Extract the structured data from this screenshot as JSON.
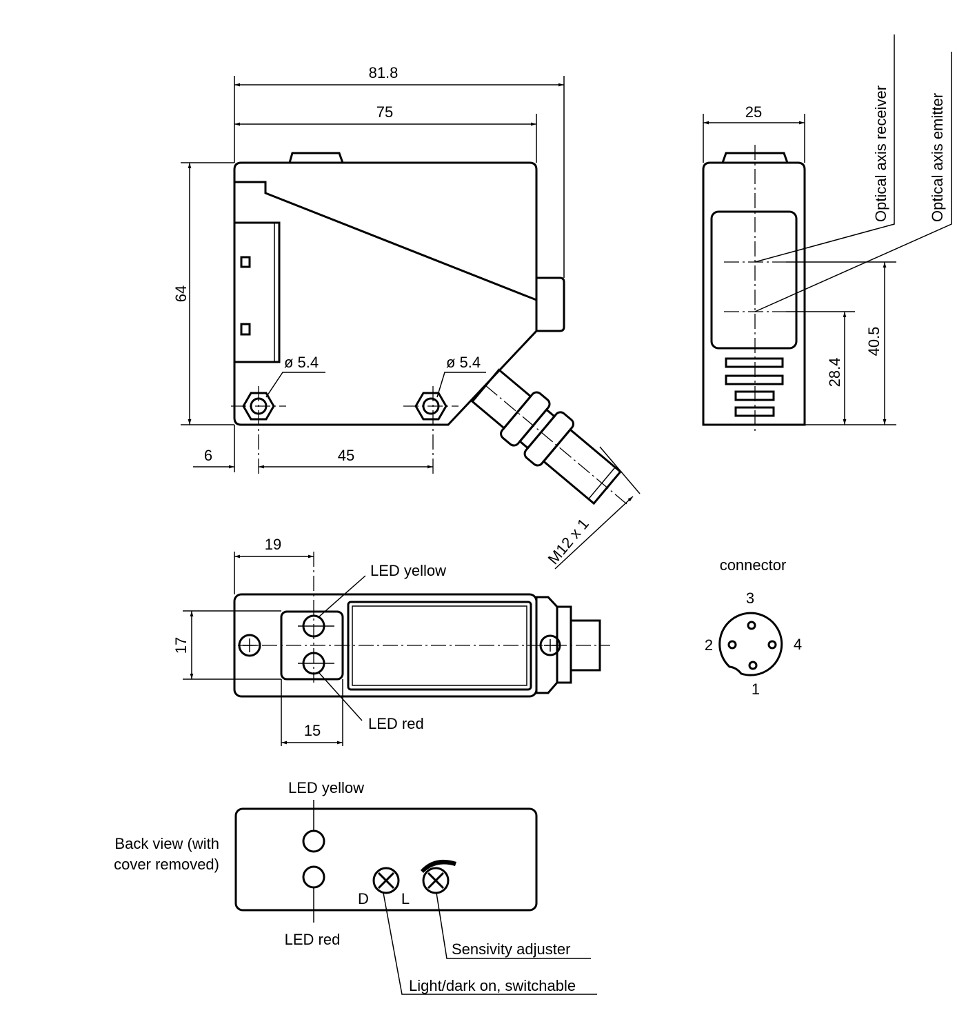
{
  "front_view": {
    "dim_width_total": "81.8",
    "dim_width_body": "75",
    "dim_height": "64",
    "dim_hole_offset": "6",
    "dim_hole_spacing": "45",
    "hole_label_left": "ø 5.4",
    "hole_label_right": "ø 5.4",
    "thread_label": "M12 x 1"
  },
  "side_view": {
    "dim_width": "25",
    "dim_receiver_height": "40.5",
    "dim_emitter_height": "28.4",
    "receiver_label": "Optical axis receiver",
    "emitter_label": "Optical axis emitter"
  },
  "top_view": {
    "dim_height": "17",
    "dim_led_offset": "19",
    "dim_panel_width": "15",
    "led_yellow_label": "LED yellow",
    "led_red_label": "LED red"
  },
  "connector": {
    "title": "connector",
    "pins": [
      "1",
      "2",
      "3",
      "4"
    ]
  },
  "back_view": {
    "title_line1": "Back view (with",
    "title_line2": "cover removed)",
    "led_yellow_label": "LED yellow",
    "led_red_label": "LED red",
    "dark_label": "D",
    "light_label": "L",
    "sensitivity_label": "Sensivity adjuster",
    "switch_label": "Light/dark on, switchable"
  }
}
